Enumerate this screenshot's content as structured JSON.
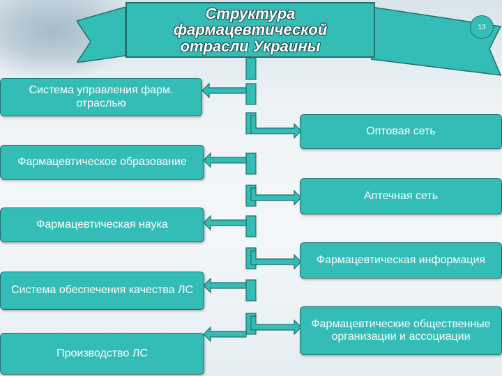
{
  "title": "Структура\nфармацевтической\nотрасли Украины",
  "slide_number": "13",
  "left_boxes": [
    {
      "id": "management",
      "label": "Система управления фарм. отраслью"
    },
    {
      "id": "education",
      "label": "Фармацевтическое образование"
    },
    {
      "id": "science",
      "label": "Фармацевтическая наука"
    },
    {
      "id": "quality",
      "label": "Система обеспечения качества ЛС"
    },
    {
      "id": "production",
      "label": "Производство ЛС"
    }
  ],
  "right_boxes": [
    {
      "id": "wholesale",
      "label": "Оптовая сеть"
    },
    {
      "id": "pharmacy",
      "label": "Аптечная сеть"
    },
    {
      "id": "information",
      "label": "Фармацевтическая информация"
    },
    {
      "id": "organizations",
      "label": "Фармацевтические общественные организации и ассоциации"
    }
  ],
  "colors": {
    "box_fill": "#34bdb7",
    "box_border": "#1f6f6c",
    "connector_fill": "#34bdb7"
  }
}
